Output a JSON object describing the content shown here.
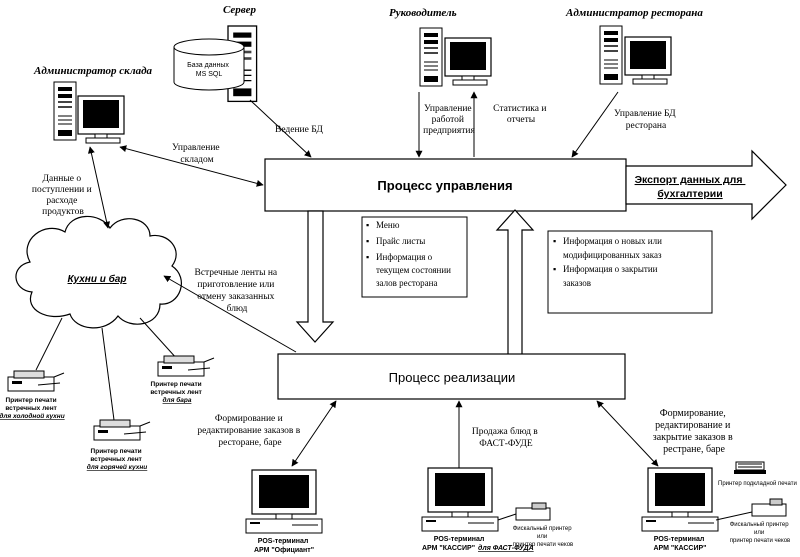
{
  "nodes": {
    "server": "Сервер",
    "db": [
      "База данных",
      "MS SQL"
    ],
    "manager": "Руководитель",
    "rest_admin": "Администратор ресторана",
    "warehouse_admin": "Администратор склада",
    "control_process": "Процесс управления",
    "export": [
      "Экспорт данных для",
      "бухгалтерии"
    ],
    "kitchen_bar": "Кухни и бар",
    "sales_process": "Процесс реализации"
  },
  "edges": {
    "db_maintenance": "Ведение БД",
    "enterprise_mgmt": [
      "Управление",
      "работой",
      "предприятия"
    ],
    "stats": [
      "Статистика и",
      "отчеты"
    ],
    "rest_db_mgmt": [
      "Управление БД",
      "ресторана"
    ],
    "warehouse_mgmt": [
      "Управление",
      "складом"
    ],
    "products_data": [
      "Данные о",
      "поступлении и",
      "расходе",
      "продуктов"
    ],
    "tickets": [
      "Встречные ленты на",
      "приготовление или",
      "отмену заказанных",
      "блюд"
    ],
    "waiter_orders": [
      "Формирование и",
      "редактирование заказов в",
      "ресторане, баре"
    ],
    "fastfood_sales": [
      "Продажа блюд в",
      "ФАСТ-ФУДЕ"
    ],
    "cashier_orders": [
      "Формирование,",
      "редактирование и",
      "закрытие заказов в",
      "рестране, баре"
    ]
  },
  "notes": {
    "down": [
      "Меню",
      "Прайс листы",
      "Информация о",
      "текущем состоянии",
      "залов ресторана"
    ],
    "up": [
      "Информация о новых или",
      "модифицированных заказ",
      "Информация о закрытии",
      "заказов"
    ]
  },
  "printers": {
    "cold": [
      "Принтер печати",
      "встречных лент",
      "для холодной кухни"
    ],
    "bar": [
      "Принтер печати",
      "встречных лент",
      "для бара"
    ],
    "hot": [
      "Принтер печати",
      "встречных лент",
      "для горячей кухни"
    ]
  },
  "terminals": {
    "waiter": [
      "POS-терминал",
      "АРМ \"Официант\""
    ],
    "fastfood": [
      "POS-терминал",
      "АРМ \"КАССИР\"",
      "для ФАСТ-ФУДА"
    ],
    "cashier": [
      "POS-терминал",
      "АРМ \"КАССИР\""
    ]
  },
  "peripherals": {
    "fiscal_ff": [
      "Фискальный принтер",
      "или",
      "принтер печати чеков"
    ],
    "receipt": "Принтер подкладной печати",
    "fiscal_cash": [
      "Фискальный принтер",
      "или",
      "принтер печати чеков"
    ]
  }
}
